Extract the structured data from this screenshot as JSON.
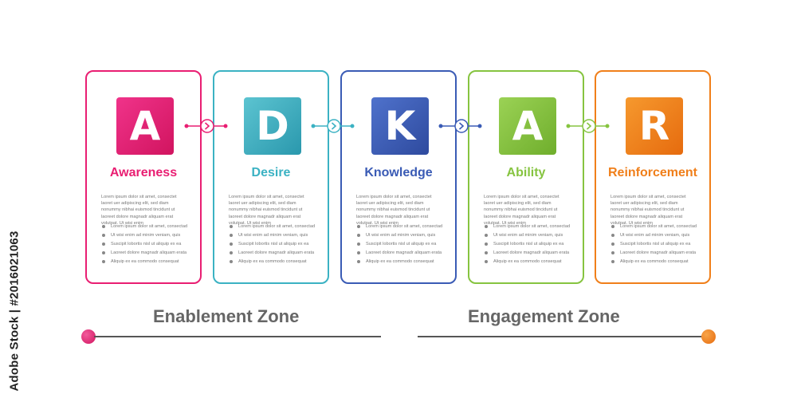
{
  "cards": [
    {
      "letter": "A",
      "title": "Awareness",
      "color": "#e91e72",
      "tile_gradient": [
        "#f0338a",
        "#d1145f"
      ]
    },
    {
      "letter": "D",
      "title": "Desire",
      "color": "#3bb2c3",
      "tile_gradient": [
        "#5cc4d1",
        "#2a98ad"
      ]
    },
    {
      "letter": "K",
      "title": "Knowledge",
      "color": "#3a5bb5",
      "tile_gradient": [
        "#4f72cc",
        "#2e4a9e"
      ]
    },
    {
      "letter": "A",
      "title": "Ability",
      "color": "#86c440",
      "tile_gradient": [
        "#9bd255",
        "#6fae2c"
      ]
    },
    {
      "letter": "R",
      "title": "Reinforcement",
      "color": "#f07f1a",
      "tile_gradient": [
        "#f6992e",
        "#e66b0e"
      ]
    }
  ],
  "body_text": "Lorem ipsum dolor sit amet, consectet laoret uer adipiscing elit, sed diam nonummy nibhai euismod tincidunt ut laoreet dolore magnadr aliquam erat volutpat. Ut wisi enim",
  "bullets": [
    "Lorem ipsum dolor sit amet, consectad",
    "Ut wisi enim ad minim veniam, quis",
    "Suscipit lobortis nisl ut aliquip ex ea",
    "Laoreet dolore magnadr aliquam erata",
    "Aliquip ex ea commodo consequat"
  ],
  "connector_colors": [
    "#e91e72",
    "#3bb2c3",
    "#3a5bb5",
    "#86c440"
  ],
  "connector_icon": "chevron-right-icon",
  "zones": {
    "enablement": "Enablement Zone",
    "engagement": "Engagement Zone",
    "left_dot_color": "#e91e72",
    "right_dot_color": "#f07f1a",
    "line_color": "#555555"
  },
  "watermark": {
    "text": "Adobe Stock | #201602106​3"
  }
}
